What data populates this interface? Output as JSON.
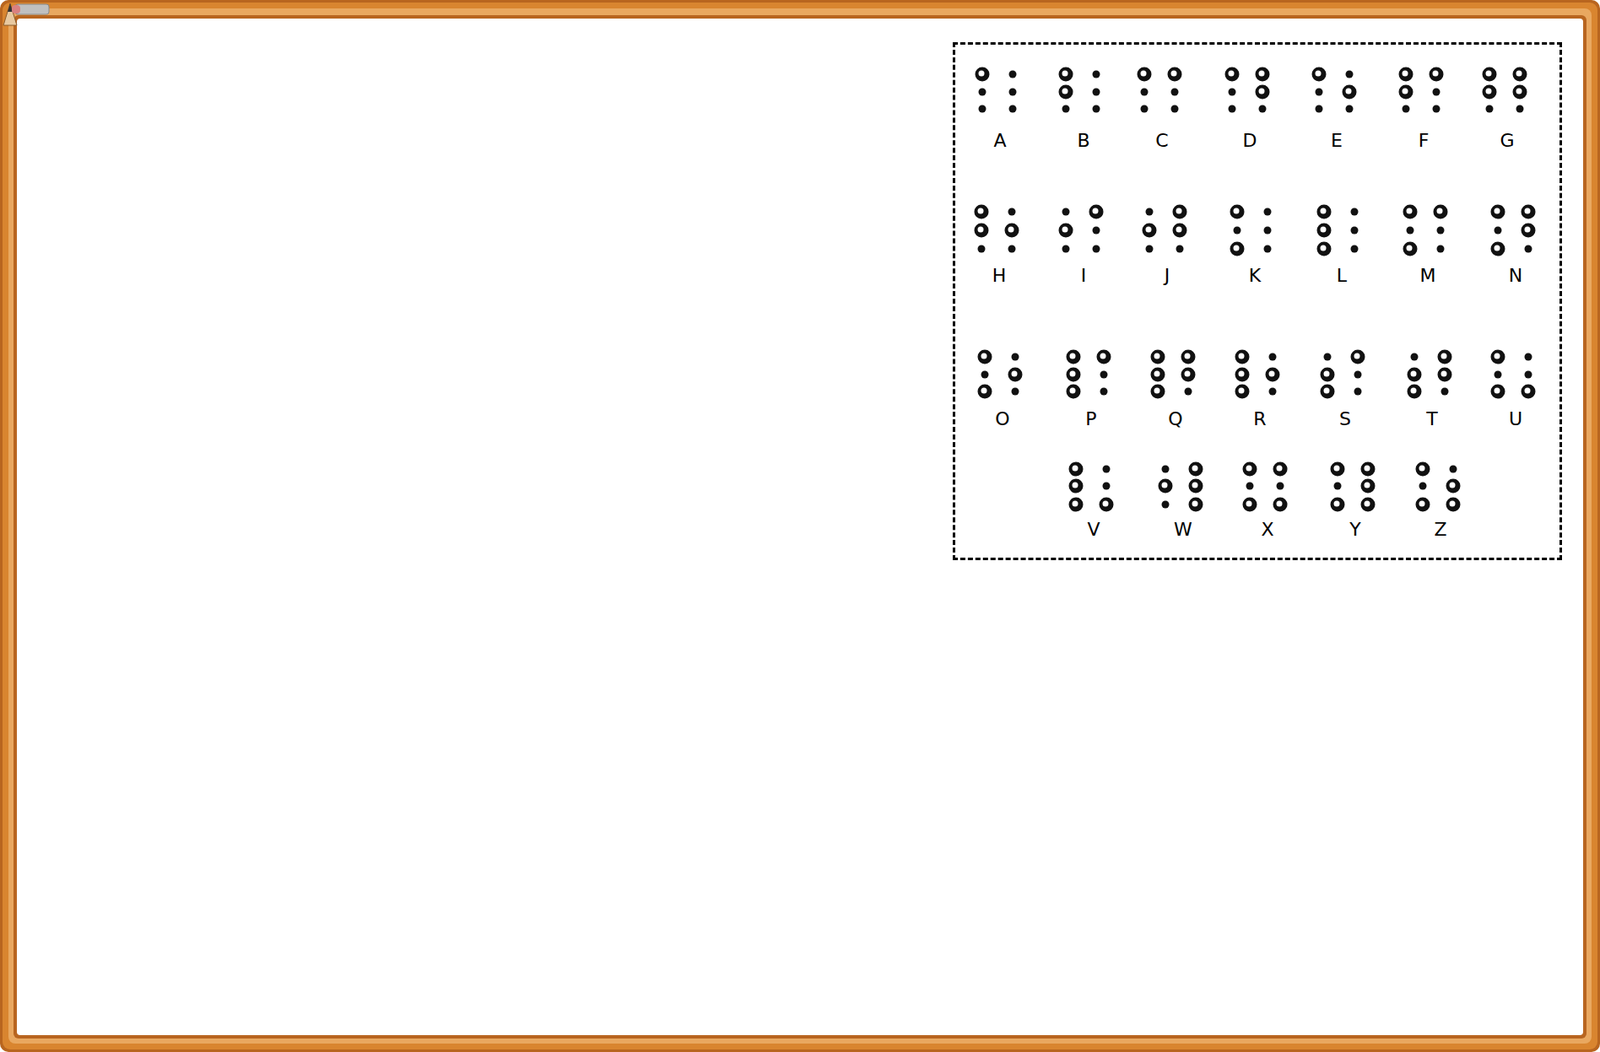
{
  "diagram": {
    "nodes": [
      {
        "text": [
          "A",
          "B",
          "C",
          "D",
          "E",
          "F",
          "G",
          "H",
          "I",
          "J",
          "K",
          "L",
          "M",
          "N",
          "O",
          "P",
          "Q",
          "R",
          "S",
          "T",
          "U",
          "V",
          "W",
          "X",
          "Y",
          "Z"
        ]
      }
    ]
  }
}
